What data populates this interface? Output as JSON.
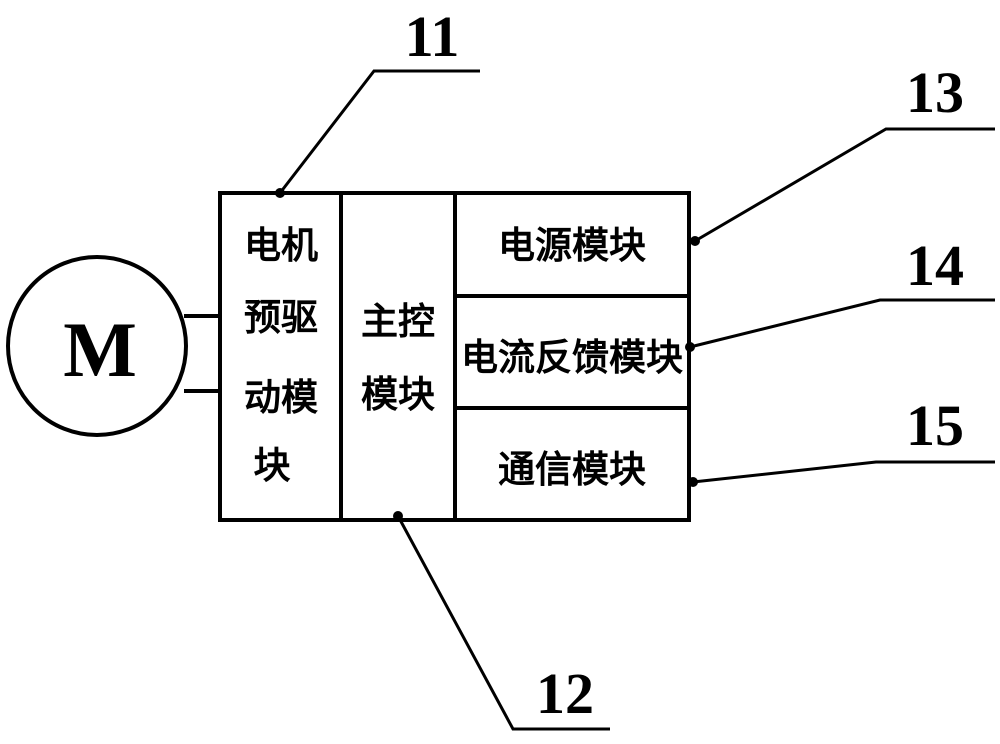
{
  "motor": {
    "label": "M"
  },
  "modules": {
    "predriver": {
      "lines": [
        "电机",
        "预驱",
        "动模",
        "块"
      ]
    },
    "main_control": {
      "lines": [
        "主控",
        "模块"
      ]
    },
    "power": {
      "label": "电源模块"
    },
    "current_feedback": {
      "label": "电流反馈模块"
    },
    "communication": {
      "label": "通信模块"
    }
  },
  "reference_numbers": {
    "predriver": "11",
    "main_control": "12",
    "power": "13",
    "current_feedback": "14",
    "communication": "15"
  }
}
